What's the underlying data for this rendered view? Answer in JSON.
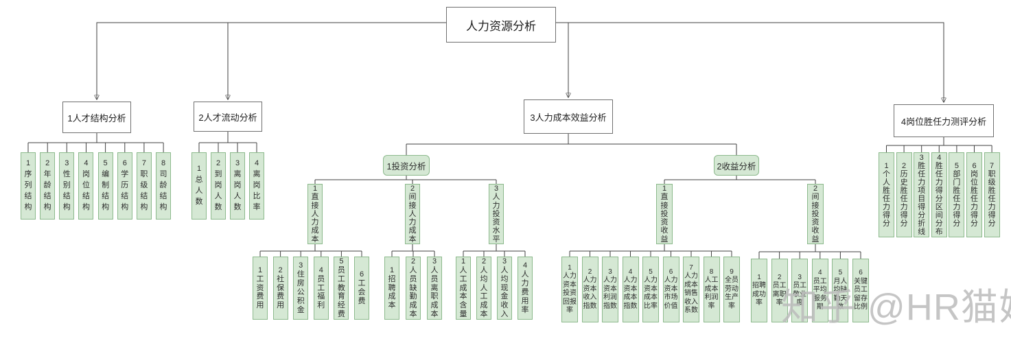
{
  "diagram": {
    "root": "人力资源分析",
    "branches": {
      "b1": "1人才结构分析",
      "b2": "2人才流动分析",
      "b3": "3人力成本效益分析",
      "b4": "4岗位胜任力测评分析"
    },
    "sub": {
      "inv": "1投资分析",
      "ben": "2收益分析"
    },
    "groups": {
      "g1": [
        "1序列结构",
        "2年龄结构",
        "3性别结构",
        "4岗位结构",
        "5编制结构",
        "6学历结构",
        "7职级结构",
        "8司龄结构"
      ],
      "g2": [
        "1总人数",
        "2到岗人数",
        "3离岗人数",
        "4离岗比率"
      ],
      "invChildren": [
        "1直接人力成本",
        "2间接人力成本",
        "3人力投资水平"
      ],
      "benChildren": [
        "1直接投资收益",
        "2间接投资收益"
      ],
      "gA": [
        "1工资费用",
        "2社保费用",
        "3住房公积金",
        "4员工福利",
        "5员工教育经费",
        "6工会费"
      ],
      "gB": [
        "1招聘成本",
        "2人员缺勤成本",
        "3人员离职成本"
      ],
      "gC": [
        "1人工成本含量",
        "2人均人工成本",
        "3人均现金收入",
        "4人力费用率"
      ],
      "gD": [
        "1人力资本投资回报率",
        "2人力资本收入指数",
        "3人力资本利润指数",
        "4人力资本成本指数",
        "5人力资本成本比率",
        "6人力资本市场价值",
        "7人力成本销售收入系数",
        "8人工成本利润率",
        "9全员劳动生产率"
      ],
      "gE": [
        "1招聘成功率",
        "2员工离职率",
        "3员工敬业度",
        "4员工平均服务期",
        "5月人均缺勤天数",
        "6关键员工留存比例"
      ],
      "g4": [
        "1个人胜任力得分",
        "2历史胜任力得分",
        "3胜任力项目得分折线",
        "4胜任力得分区间分布",
        "5部门胜任力得分",
        "6岗位胜任力得分",
        "7职级胜任力得分"
      ]
    }
  },
  "watermark": "知乎 @HR猫姐",
  "colors": {
    "node_fill": "#d5e8d4",
    "node_border": "#8cb98c",
    "line": "#3f3f3f",
    "box_border": "#6f6f6f",
    "watermark": "#bcbcbc"
  }
}
